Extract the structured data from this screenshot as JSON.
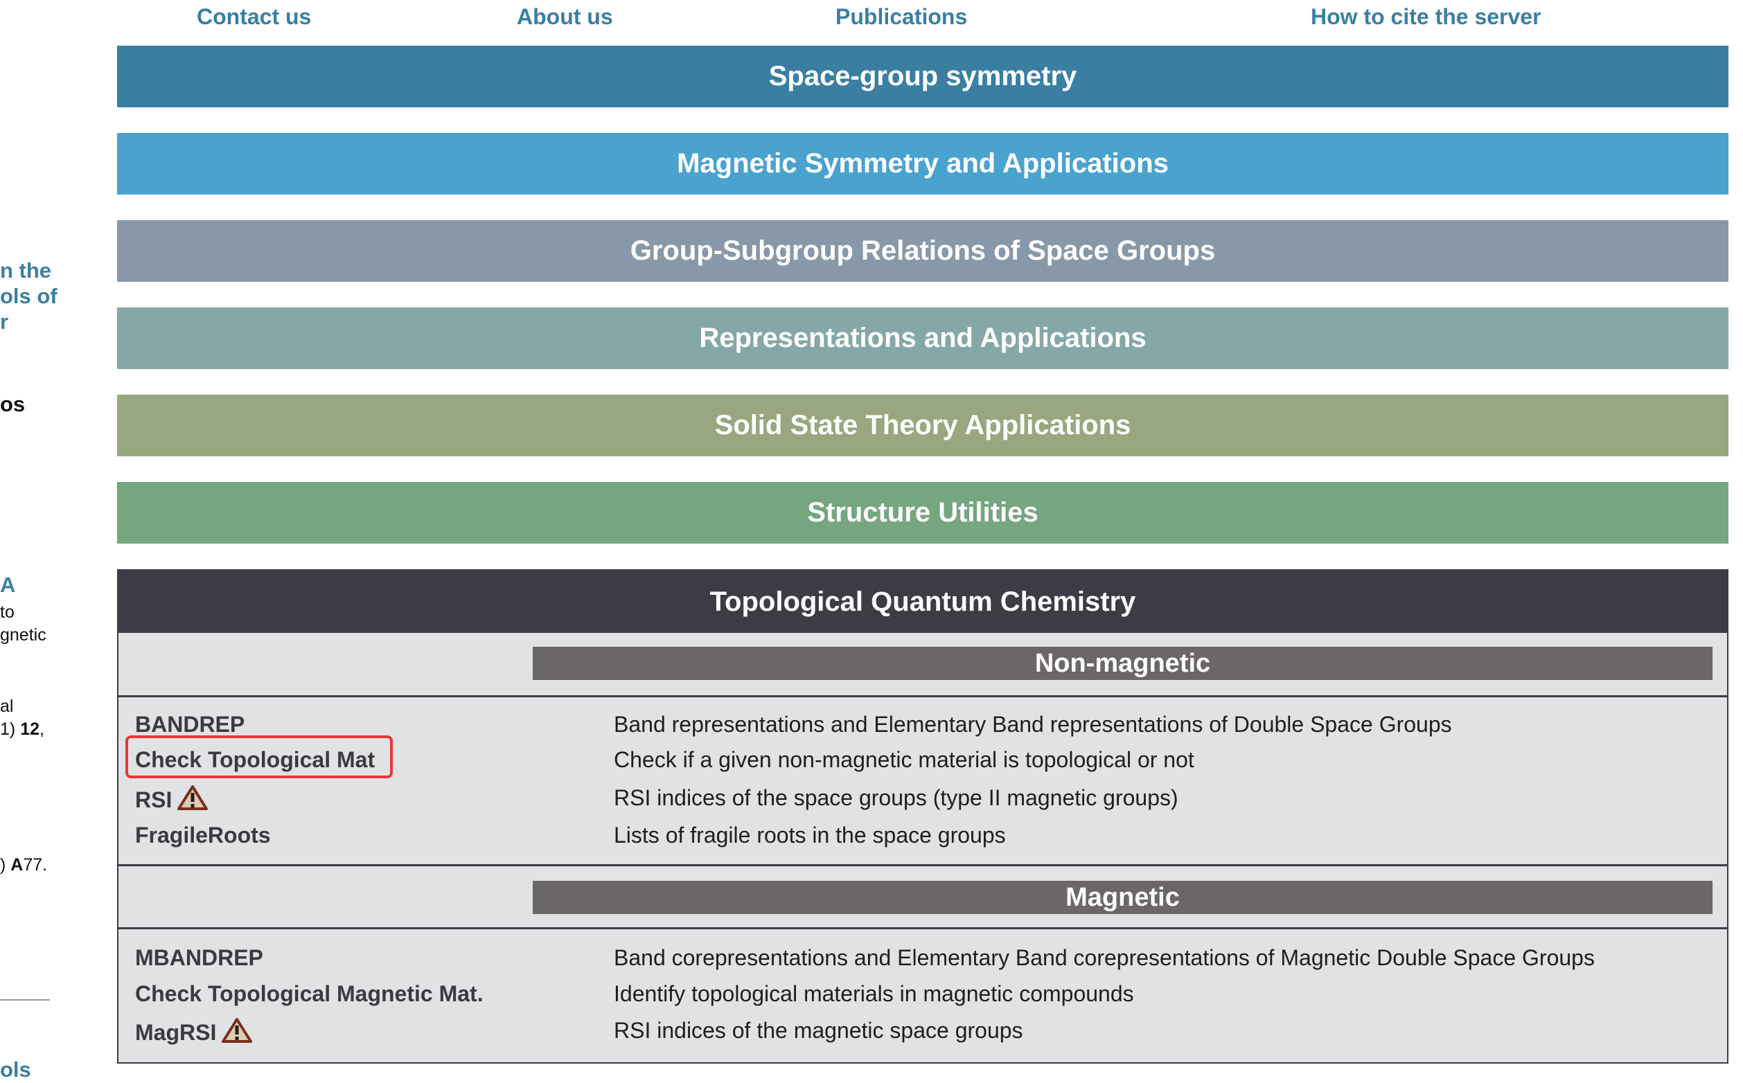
{
  "nav": {
    "contact": "Contact us",
    "about": "About us",
    "publications": "Publications",
    "cite": "How to cite the server"
  },
  "left_sidebar": {
    "heading_fragment_1": "n the",
    "heading_fragment_2": "ols of",
    "heading_fragment_3": "r",
    "bold_fragment": "os",
    "link_fragment": "A",
    "text_fragment_1": " to",
    "text_fragment_2": "gnetic",
    "text_fragment_3": "al",
    "text_fragment_4a": "1) ",
    "text_fragment_4b": "12",
    "text_fragment_4c": ",",
    "text_fragment_5a": ") ",
    "text_fragment_5b": "A",
    "text_fragment_5c": "77.",
    "bottom_fragment": "ols"
  },
  "categories": [
    {
      "label": "Space-group symmetry",
      "color": "#3a7fa2"
    },
    {
      "label": "Magnetic Symmetry and Applications",
      "color": "#4aa2cf"
    },
    {
      "label": "Group-Subgroup Relations of Space Groups",
      "color": "#8898a8"
    },
    {
      "label": "Representations and Applications",
      "color": "#86a7a7"
    },
    {
      "label": "Solid State Theory Applications",
      "color": "#98a77f"
    },
    {
      "label": "Structure Utilities",
      "color": "#75a67f"
    }
  ],
  "tqc": {
    "title": "Topological Quantum Chemistry",
    "nonmagnetic": {
      "heading": "Non-magnetic",
      "tools": [
        {
          "name": "BANDREP",
          "desc": "Band representations and Elementary Band representations of Double Space Groups"
        },
        {
          "name": "Check Topological Mat",
          "desc": "Check if a given non-magnetic material is topological or not",
          "highlighted": true
        },
        {
          "name": "RSI",
          "desc": "RSI indices of the space groups (type II magnetic groups)",
          "icon": "warning-icon"
        },
        {
          "name": "FragileRoots",
          "desc": "Lists of fragile roots in the space groups"
        }
      ]
    },
    "magnetic": {
      "heading": "Magnetic",
      "tools": [
        {
          "name": "MBANDREP",
          "desc": "Band corepresentations and Elementary Band corepresentations of Magnetic Double Space Groups"
        },
        {
          "name": "Check Topological Magnetic Mat.",
          "desc": "Identify topological materials in magnetic compounds"
        },
        {
          "name": "MagRSI",
          "desc": "RSI indices of the magnetic space groups",
          "icon": "warning-icon"
        }
      ]
    }
  },
  "colors": {
    "link": "#3a7fa2",
    "panel_dark": "#3b3c44",
    "panel_bg": "#e1e2e4",
    "subhead": "#6b6766",
    "highlight": "#e53935"
  }
}
